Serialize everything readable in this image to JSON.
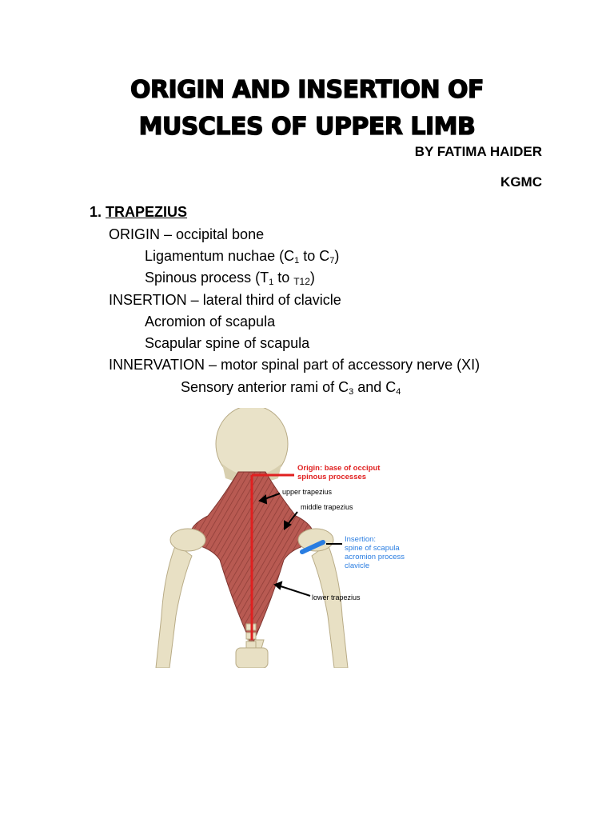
{
  "header": {
    "title_line1": "ORIGIN AND INSERTION OF",
    "title_line2": "MUSCLES OF UPPER LIMB",
    "author": "BY FATIMA HAIDER",
    "institution": "KGMC"
  },
  "section": {
    "number": "1.",
    "name": "TRAPEZIUS",
    "origin_label": "ORIGIN – occipital bone",
    "origin_2_pre": "Ligamentum nuchae (C",
    "origin_2_sub1": "1",
    "origin_2_mid": " to C",
    "origin_2_sub2": "7",
    "origin_2_post": ")",
    "origin_3_pre": "Spinous process (T",
    "origin_3_sub1": "1",
    "origin_3_mid": " to ",
    "origin_3_small": "T12",
    "origin_3_post": ")",
    "insertion_label": "INSERTION – lateral third of clavicle",
    "insertion_2": "Acromion of scapula",
    "insertion_3": "Scapular spine of scapula",
    "innervation_label": "INNERVATION – motor spinal part of accessory nerve (XI)",
    "innervation_2_pre": "Sensory anterior rami of C",
    "innervation_2_sub1": "3",
    "innervation_2_mid": " and C",
    "innervation_2_sub2": "4"
  },
  "figure": {
    "origin_line1": "Origin: base  of occiput",
    "origin_line2": "spinous processes",
    "upper": "upper trapezius",
    "middle": "middle trapezius",
    "insertion_line1": "Insertion:",
    "insertion_line2": "spine of scapula",
    "insertion_line3": "acromion process",
    "insertion_line4": "clavicle",
    "lower": "lower trapezius",
    "colors": {
      "origin": "#e02020",
      "insertion": "#2a7de1",
      "muscle": "#b85a52",
      "bone": "#e8e0c4"
    }
  }
}
